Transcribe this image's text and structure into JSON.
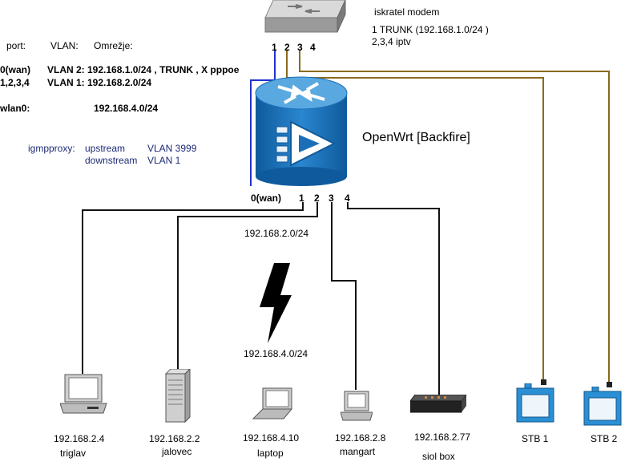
{
  "modem": {
    "title": "iskratel modem",
    "line1": "1 TRUNK (192.168.1.0/24 )",
    "line2": "2,3,4 iptv",
    "port_labels": [
      "1",
      "2",
      "3",
      "4"
    ]
  },
  "config_table": {
    "header": {
      "port": "port:",
      "vlan": "VLAN:",
      "network": "Omrežje:"
    },
    "rows": [
      {
        "port": "0(wan)",
        "text": "VLAN 2: 192.168.1.0/24 , TRUNK , X pppoe"
      },
      {
        "port": "1,2,3,4",
        "text": "VLAN 1: 192.168.2.0/24"
      },
      {
        "port": "wlan0:",
        "text": "192.168.4.0/24"
      }
    ]
  },
  "igmpproxy": {
    "label": "igmpproxy:",
    "upstream_label": "upstream",
    "upstream_value": "VLAN 3999",
    "downstream_label": "downstream",
    "downstream_value": "VLAN 1"
  },
  "router": {
    "name": "OpenWrt [Backfire]",
    "port_labels": [
      "0(wan)",
      "1",
      "2",
      "3",
      "4"
    ]
  },
  "subnets": {
    "lan": "192.168.2.0/24",
    "wlan": "192.168.4.0/24"
  },
  "devices": [
    {
      "ip": "192.168.2.4",
      "name": "triglav"
    },
    {
      "ip": "192.168.2.2",
      "name": "jalovec"
    },
    {
      "ip": "192.168.4.10",
      "name": "laptop"
    },
    {
      "ip": "192.168.2.8",
      "name": "mangart"
    },
    {
      "ip": "192.168.2.77",
      "name": "siol box"
    },
    {
      "ip": "",
      "name": "STB 1"
    },
    {
      "ip": "",
      "name": "STB 2"
    }
  ],
  "colors": {
    "lan_wire": "#111111",
    "wan_wire": "#2233cc",
    "iptv_wire": "#8a6a1e",
    "router_blue": "#1a6fb8",
    "stb_blue": "#2a8fd4"
  }
}
